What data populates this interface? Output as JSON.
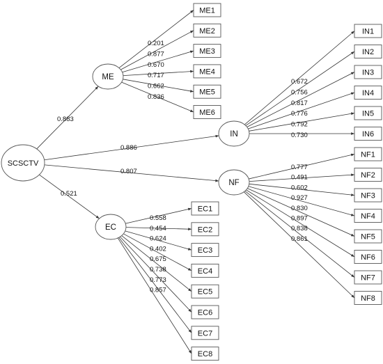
{
  "root": "SCSCTV",
  "latents": [
    {
      "id": "ME",
      "label": "ME",
      "path": "0.883"
    },
    {
      "id": "IN",
      "label": "IN",
      "path": "0.886"
    },
    {
      "id": "NF",
      "label": "NF",
      "path": "0.807"
    },
    {
      "id": "EC",
      "label": "EC",
      "path": "0.521"
    }
  ],
  "indicators": {
    "ME": [
      {
        "label": "ME1",
        "loading": "0.201"
      },
      {
        "label": "ME2",
        "loading": "0.877"
      },
      {
        "label": "ME3",
        "loading": "0.670"
      },
      {
        "label": "ME4",
        "loading": "0.717"
      },
      {
        "label": "ME5",
        "loading": "0.662"
      },
      {
        "label": "ME6",
        "loading": "0.836"
      }
    ],
    "IN": [
      {
        "label": "IN1",
        "loading": "0.672"
      },
      {
        "label": "IN2",
        "loading": "0.756"
      },
      {
        "label": "IN3",
        "loading": "0.817"
      },
      {
        "label": "IN4",
        "loading": "0.776"
      },
      {
        "label": "IN5",
        "loading": "0.792"
      },
      {
        "label": "IN6",
        "loading": "0.730"
      }
    ],
    "NF": [
      {
        "label": "NF1",
        "loading": "0.777"
      },
      {
        "label": "NF2",
        "loading": "0.491"
      },
      {
        "label": "NF3",
        "loading": "0.602"
      },
      {
        "label": "NF4",
        "loading": "0.927"
      },
      {
        "label": "NF5",
        "loading": "0.830"
      },
      {
        "label": "NF6",
        "loading": "0.897"
      },
      {
        "label": "NF7",
        "loading": "0.838"
      },
      {
        "label": "NF8",
        "loading": "0.861"
      }
    ],
    "EC": [
      {
        "label": "EC1",
        "loading": "0.558"
      },
      {
        "label": "EC2",
        "loading": "0.454"
      },
      {
        "label": "EC3",
        "loading": "0.624"
      },
      {
        "label": "EC4",
        "loading": "0.402"
      },
      {
        "label": "EC5",
        "loading": "0.675"
      },
      {
        "label": "EC6",
        "loading": "0.738"
      },
      {
        "label": "EC7",
        "loading": "0.773"
      },
      {
        "label": "EC8",
        "loading": "0.857"
      }
    ]
  }
}
